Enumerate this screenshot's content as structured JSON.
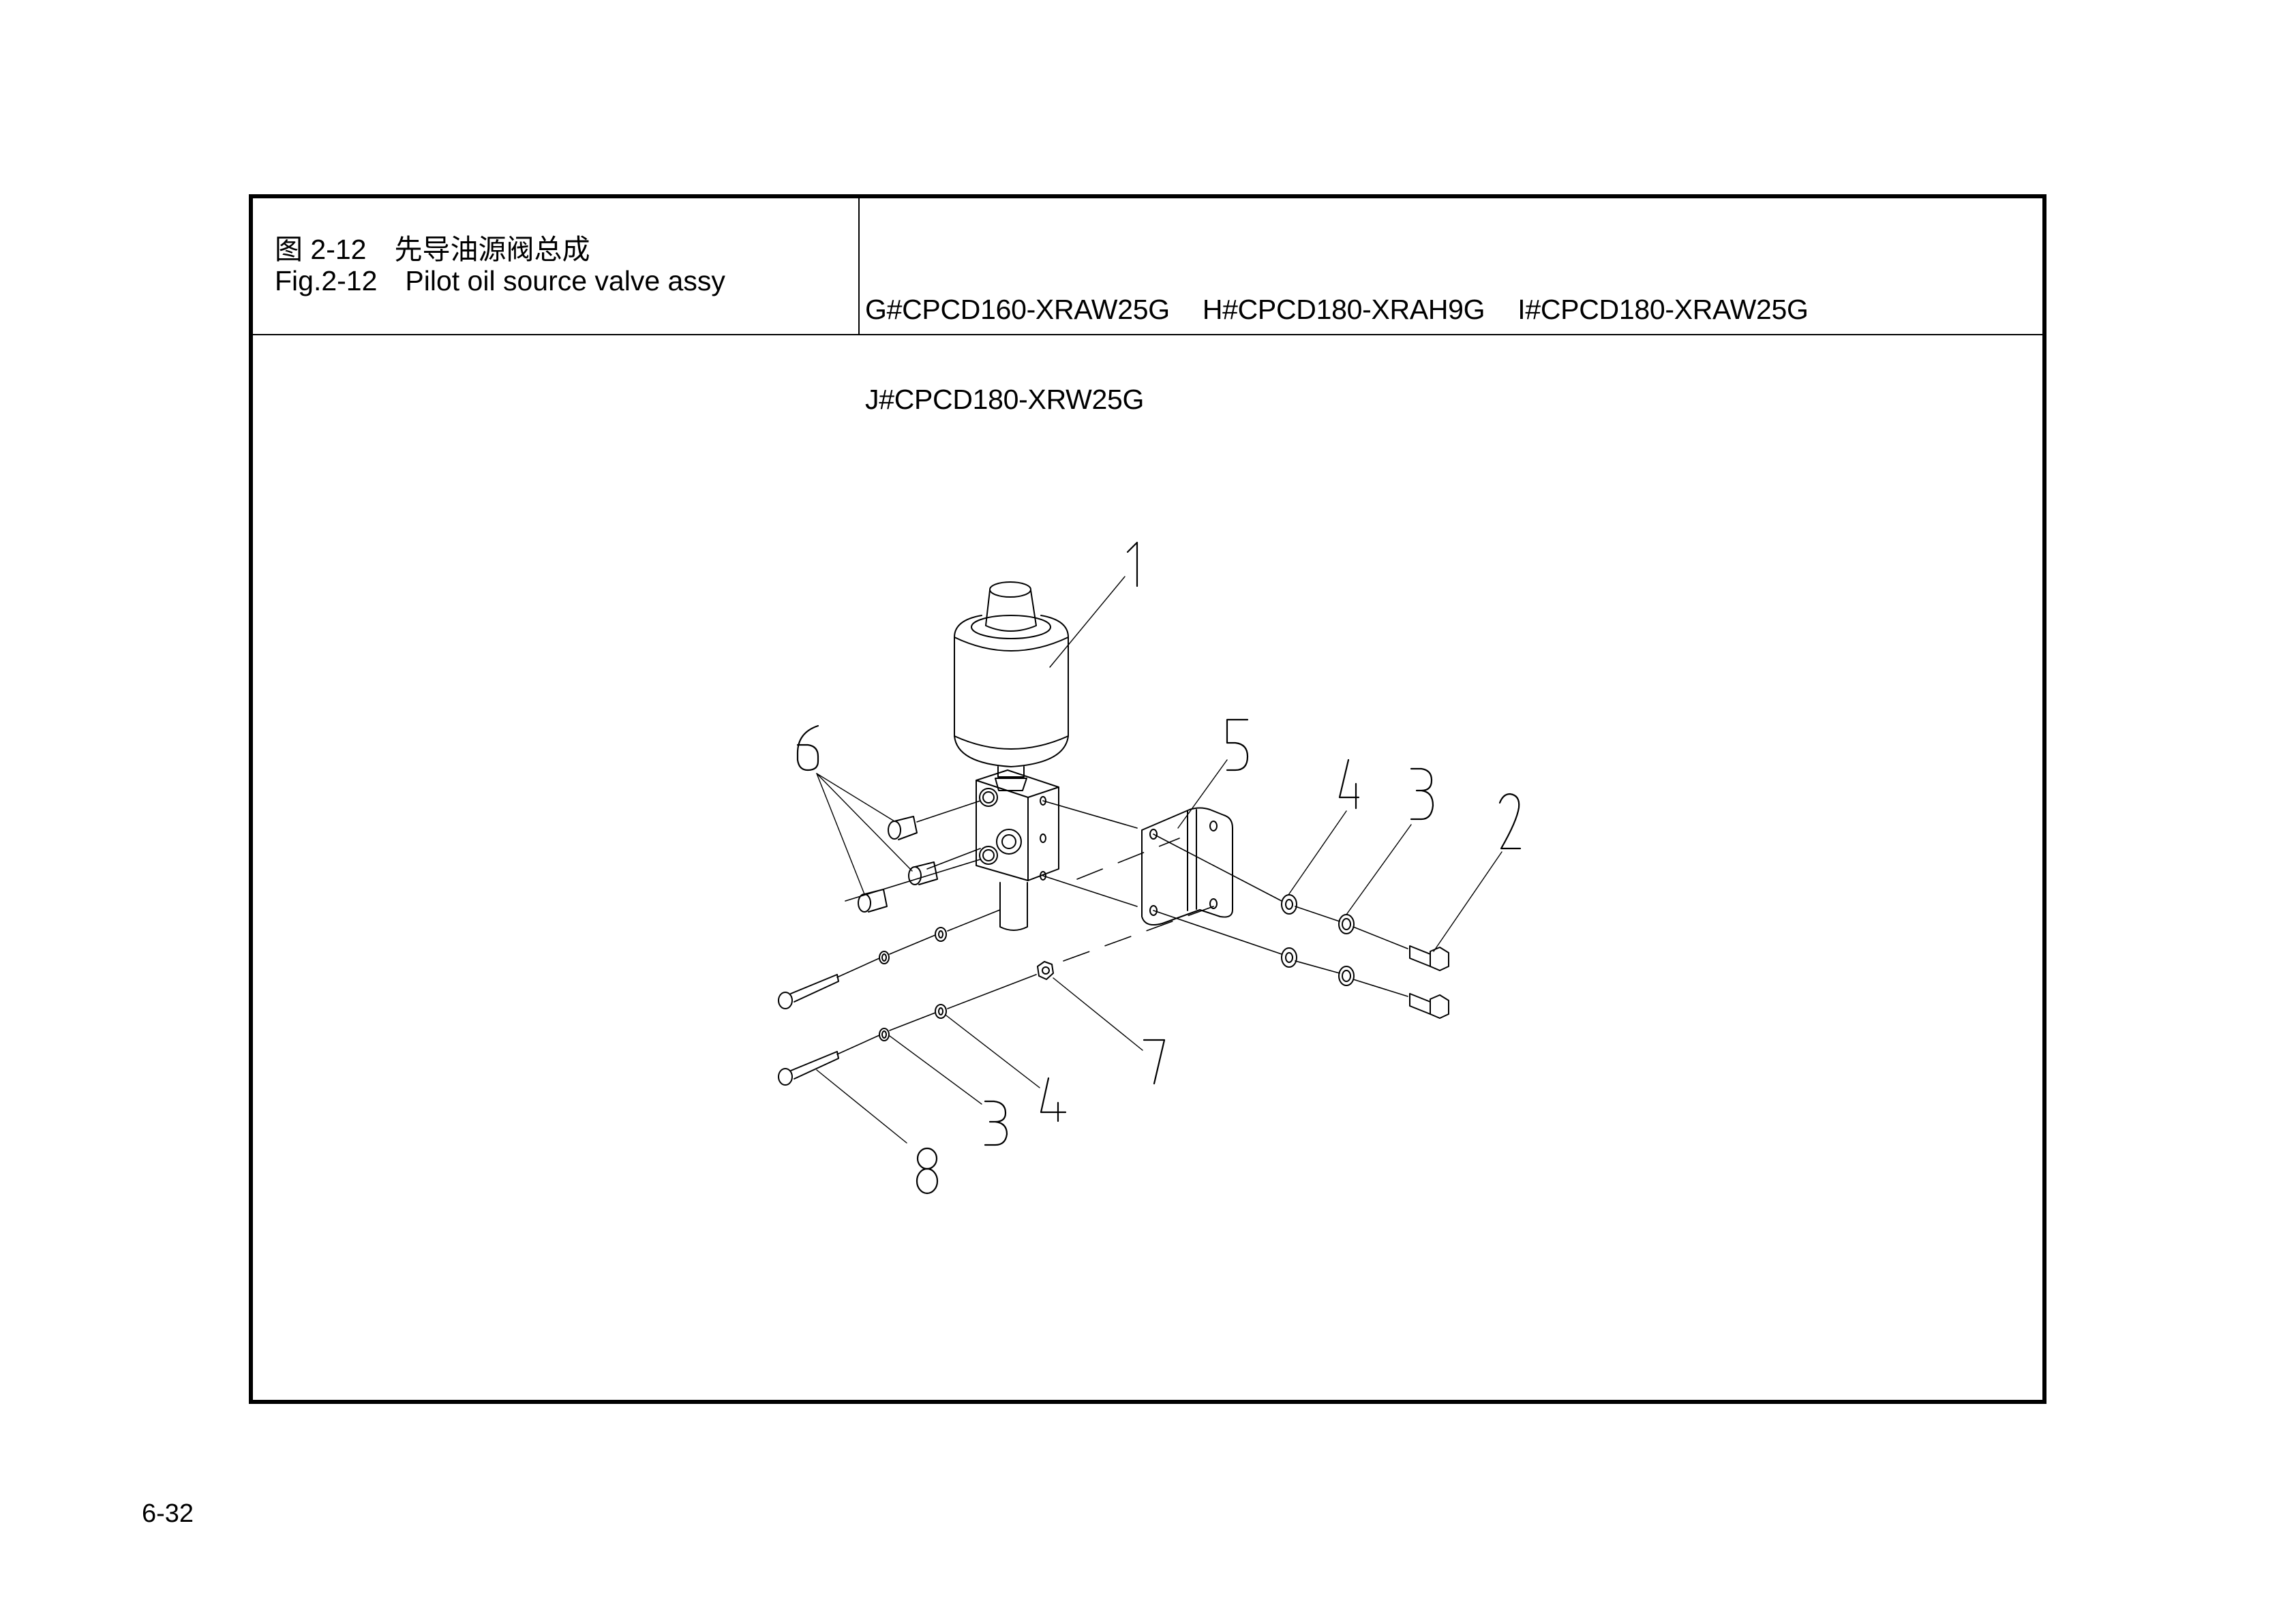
{
  "header": {
    "title_cn": "图 2-12　先导油源阀总成",
    "title_en": "Fig.2-12　Pilot oil source valve assy",
    "models": [
      [
        "G#CPCD160-XRAW25G",
        "H#CPCD180-XRAH9G",
        "I#CPCD180-XRAW25G"
      ],
      [
        "J#CPCD180-XRW25G"
      ]
    ]
  },
  "drawing": {
    "description": "Exploded isometric view of pilot oil source valve assembly",
    "callouts": [
      "1",
      "2",
      "3",
      "4",
      "5",
      "6",
      "7",
      "8",
      "3",
      "4"
    ]
  },
  "footer": {
    "page_number": "6-32"
  }
}
